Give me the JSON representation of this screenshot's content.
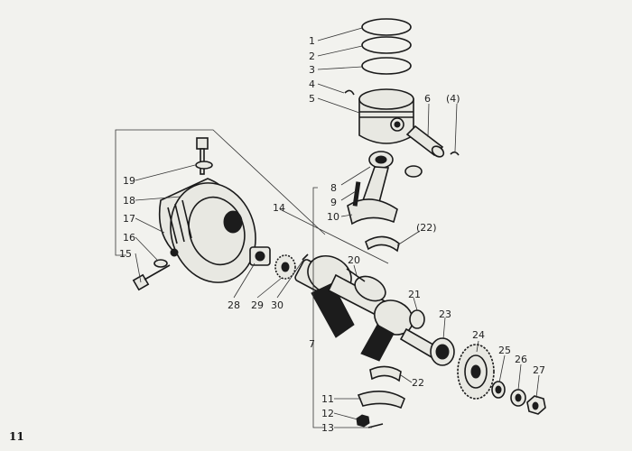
{
  "callouts": [
    "1",
    "2",
    "3",
    "4",
    "5",
    "6",
    "(4)",
    "8",
    "9",
    "10",
    "(22)",
    "14",
    "19",
    "18",
    "17",
    "16",
    "15",
    "28",
    "29",
    "30",
    "20",
    "21",
    "23",
    "7",
    "24",
    "25",
    "26",
    "27",
    "22",
    "11",
    "12",
    "13"
  ],
  "page_number": "11"
}
